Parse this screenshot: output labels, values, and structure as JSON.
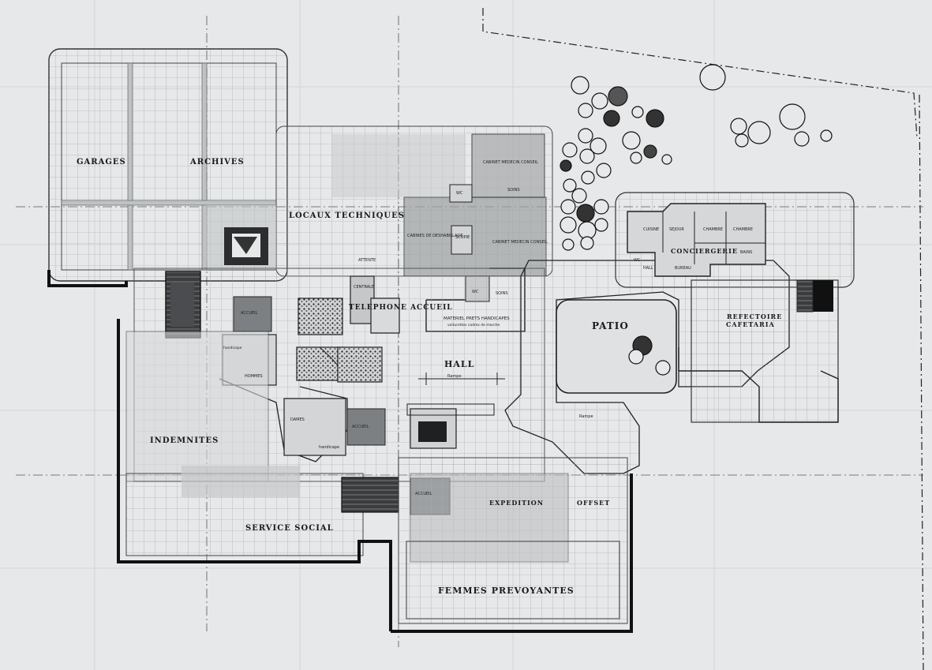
{
  "plan": {
    "labels": {
      "garages": "GARAGES",
      "archives": "ARCHIVES",
      "locaux_techniques": "LOCAUX TECHNIQUES",
      "cabinet_medecin_conseil_top": "CABINET MEDECIN CONSEIL",
      "wc_top": "WC",
      "soins_top": "SOINS",
      "cabines_deshabillage": "CABINES DE DESHABILLAGE",
      "scopie": "SCOPIE",
      "cabinet_medecin_conseil_2": "CABINET MEDECIN CONSEIL",
      "attente": "ATTENTE",
      "centrale": "CENTRALE",
      "telephone_accueil": "TELEPHONE ACCUEIL",
      "wc_bottom": "WC",
      "soins_bottom": "SOINS",
      "materiel": "MATERIEL PRETS HANDICAPES",
      "materiel_sub": "voiturettes cadres de marche",
      "accueil_1": "ACCUEIL",
      "accueil_2": "ACCUEIL",
      "accueil_3": "ACCUEIL",
      "handicape_1": "handicape",
      "handicape_2": "handicape",
      "hommes": "HOMMES",
      "dames": "DAMES",
      "hall": "HALL",
      "rampe_1": "Rampe",
      "rampe_2": "Rampe",
      "patio": "PATIO",
      "cuisine": "CUISINE",
      "sejour": "SEJOUR",
      "chambre_1": "CHAMBRE",
      "chambre_2": "CHAMBRE",
      "conciergerie": "CONCIERGERIE",
      "bains": "BAINS",
      "wc_concierge": "WC",
      "hall_concierge": "HALL",
      "bureau": "BUREAU",
      "refectoire": "REFECTOIRE",
      "cafetaria": "CAFETARIA",
      "indemnites": "INDEMNITES",
      "service_social": "SERVICE SOCIAL",
      "expedition": "EXPEDITION",
      "offset": "OFFSET",
      "femmes_prevoyantes": "FEMMES PREVOYANTES"
    },
    "colors": {
      "paper": "#e6e8e9",
      "ink": "#1f1f1f",
      "grid": "#8a8d90",
      "shade": "#b9bcbe",
      "dark_shade": "#6e7174"
    }
  }
}
